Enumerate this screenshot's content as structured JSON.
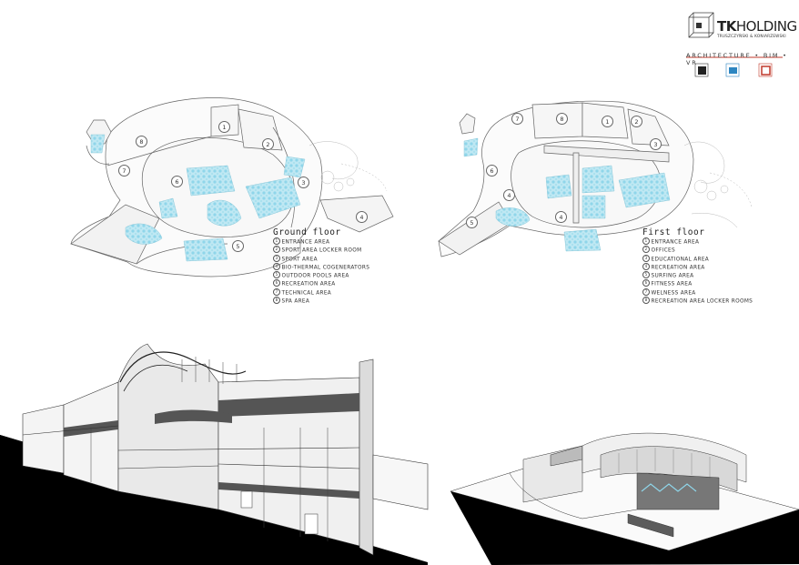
{
  "brand": {
    "name_bold": "TK",
    "name_light": "HOLDING",
    "subtitle": "TRUSZCZYŃSKI & KONIARZEWSKI",
    "tagline": "ARCHITECTURE • BIM • VR"
  },
  "ground_floor": {
    "title": "Ground floor",
    "items": [
      {
        "num": "1",
        "label": "ENTRANCE AREA"
      },
      {
        "num": "2",
        "label": "SPORT AREA LOCKER ROOM"
      },
      {
        "num": "3",
        "label": "SPORT AREA"
      },
      {
        "num": "4",
        "label": "BIO-THERMAL COGENERATORS"
      },
      {
        "num": "5",
        "label": "OUTDOOR POOLS AREA"
      },
      {
        "num": "6",
        "label": "RECREATION AREA"
      },
      {
        "num": "7",
        "label": "TECHNICAL AREA"
      },
      {
        "num": "8",
        "label": "SPA AREA"
      }
    ]
  },
  "first_floor": {
    "title": "First floor",
    "items": [
      {
        "num": "1",
        "label": "ENTRANCE AREA"
      },
      {
        "num": "2",
        "label": "OFFICES"
      },
      {
        "num": "3",
        "label": "EDUCATIONAL AREA"
      },
      {
        "num": "4",
        "label": "RECREATION AREA"
      },
      {
        "num": "5",
        "label": "SURFING AREA"
      },
      {
        "num": "6",
        "label": "FITNESS AREA"
      },
      {
        "num": "7",
        "label": "WELNESS AREA"
      },
      {
        "num": "8",
        "label": "RECREATION AREA LOCKER ROOMS"
      }
    ]
  },
  "plan_pins": {
    "ground": [
      "1",
      "2",
      "3",
      "4",
      "5",
      "6",
      "7",
      "8"
    ],
    "first": [
      "1",
      "2",
      "3",
      "4",
      "4",
      "5",
      "6",
      "7",
      "8"
    ]
  },
  "colors": {
    "water": "#8fd6ea",
    "line": "#555555",
    "ground_fill": "#000000",
    "accent_red": "#c0392b",
    "accent_blue": "#2e86c1"
  }
}
